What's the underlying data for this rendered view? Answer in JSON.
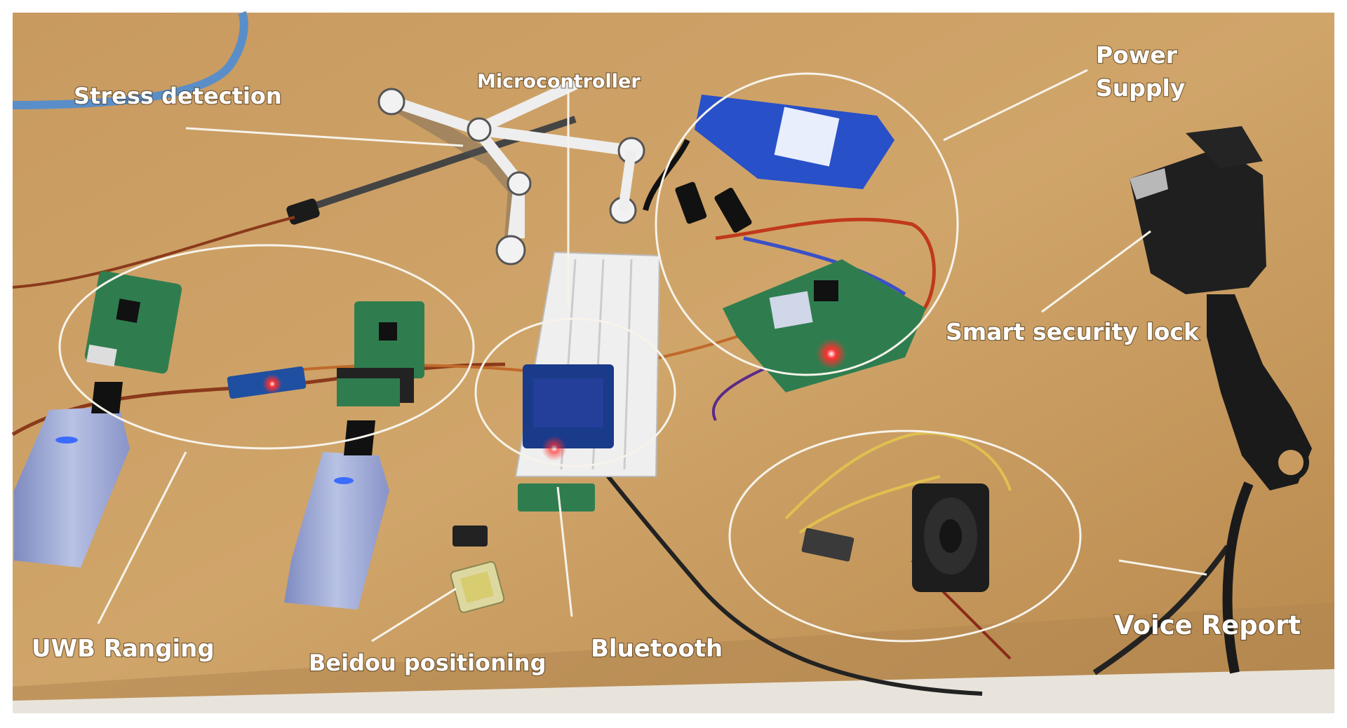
{
  "labels": {
    "stress_detection": "Stress detection",
    "microcontroller": "Microcontroller",
    "power_supply_line1": "Power",
    "power_supply_line2": "Supply",
    "smart_security_lock": "Smart security lock",
    "uwb_ranging": "UWB Ranging",
    "beidou_positioning": "Beidou positioning",
    "bluetooth": "Bluetooth",
    "voice_report": "Voice Report"
  },
  "colors": {
    "table": "#c99a5e",
    "table_dark": "#a9793f",
    "label_text": "#ffffff",
    "annotation_line": "#f7f3ea",
    "pcb_green": "#2f7d4f",
    "battery_blue": "#2850c8",
    "power_bank": "#a9b4d6",
    "indicator_led_red": "#ff2a2a",
    "indicator_led_blue": "#3b6bff"
  }
}
